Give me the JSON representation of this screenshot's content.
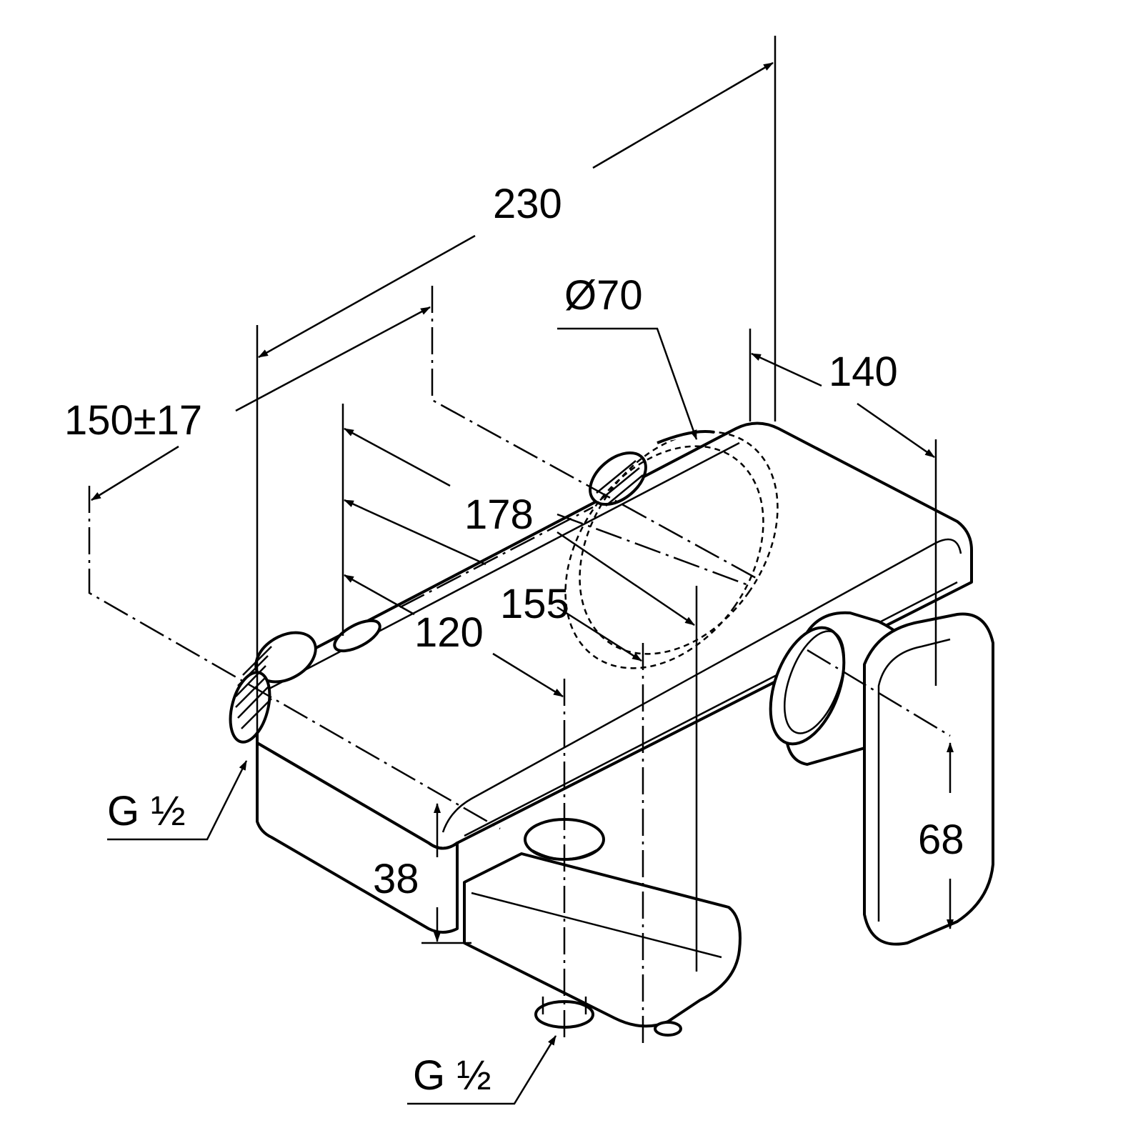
{
  "drawing": {
    "dimensions": {
      "d230": "230",
      "d150": "150±17",
      "d70": "Ø70",
      "d140": "140",
      "d178": "178",
      "d155": "155",
      "d120": "120",
      "d38": "38",
      "d68": "68"
    },
    "threads": {
      "left_inlet": "G ½",
      "outlet": "G ½"
    }
  }
}
